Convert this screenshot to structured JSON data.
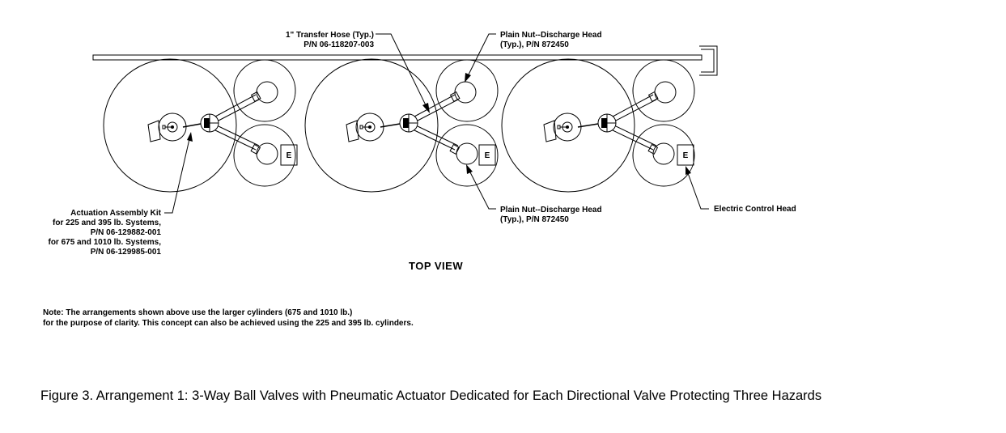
{
  "labels": {
    "transfer_hose_line1": "1\" Transfer Hose (Typ.)",
    "transfer_hose_line2": "P/N 06-118207-003",
    "plain_nut_top_line1": "Plain Nut--Discharge Head",
    "plain_nut_top_line2": "(Typ.), P/N 872450",
    "plain_nut_bottom_line1": "Plain Nut--Discharge Head",
    "plain_nut_bottom_line2": "(Typ.), P/N 872450",
    "electric_control_head": "Electric Control Head",
    "actuation_line1": "Actuation Assembly Kit",
    "actuation_line2": "for 225 and 395 lb. Systems,",
    "actuation_line3": "P/N 06-129882-001",
    "actuation_line4": "for 675 and 1010 lb. Systems,",
    "actuation_line5": "P/N 06-129985-001",
    "electric_head_marker": "E"
  },
  "view_label": "TOP  VIEW",
  "note": {
    "line1": "Note: The arrangements shown above use the larger cylinders (675 and 1010 lb.)",
    "line2": "for the purpose of clarity. This concept can also be achieved using the 225 and 395 lb. cylinders."
  },
  "caption": "Figure 3.  Arrangement 1: 3-Way Ball Valves with Pneumatic Actuator Dedicated for Each Directional Valve Protecting Three Hazards"
}
